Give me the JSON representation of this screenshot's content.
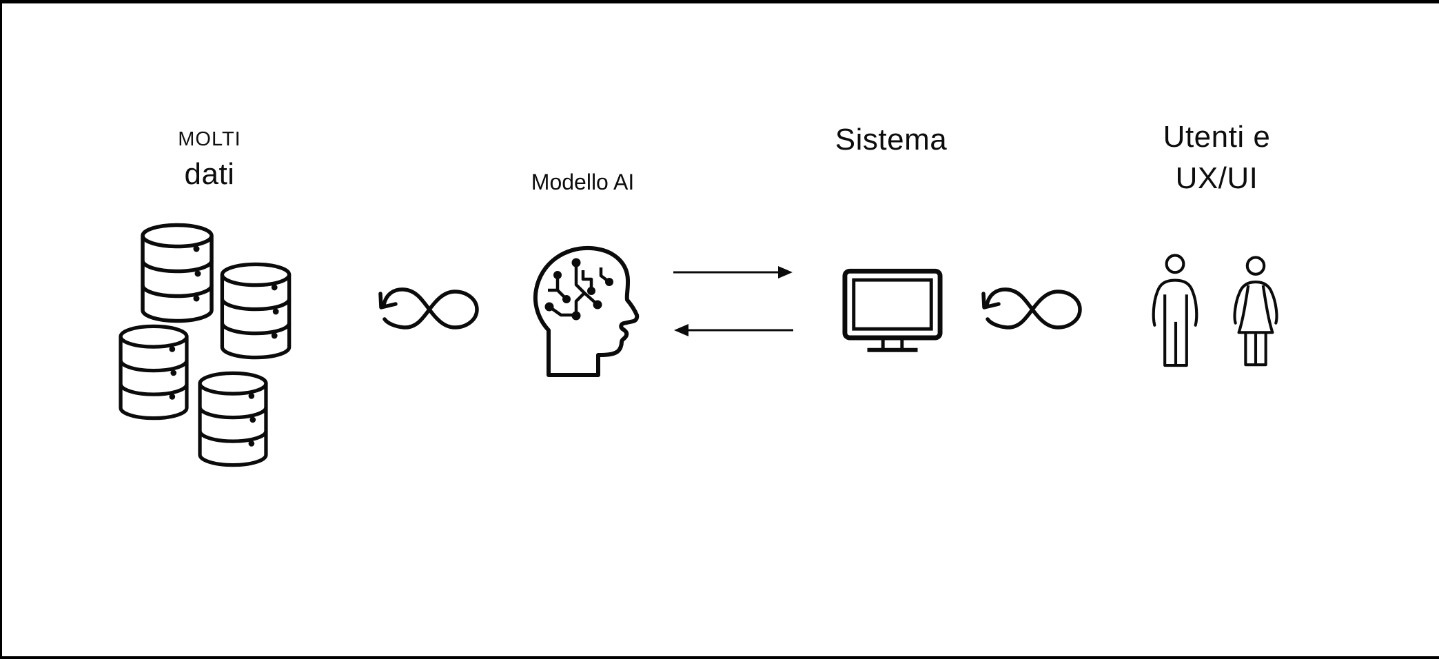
{
  "canvas": {
    "background": "#ffffff",
    "frame_color": "#000000"
  },
  "diagram": {
    "language": "Italian",
    "flow_direction": "left-to-right",
    "nodes": [
      {
        "id": "dati",
        "label_top": "MOLTI",
        "label": "dati",
        "icon": "database-cluster-icon",
        "icon_count": 4
      },
      {
        "id": "modello-ai",
        "label": "Modello AI",
        "icon": "ai-head-circuit-icon"
      },
      {
        "id": "sistema",
        "label": "Sistema",
        "icon": "monitor-icon"
      },
      {
        "id": "utenti",
        "label_line1": "Utenti e",
        "label_line2": "UX/UI",
        "icon": "male-female-users-icon"
      }
    ],
    "connectors": [
      {
        "from": "dati",
        "to": "modello-ai",
        "type": "infinity-loop-arrow"
      },
      {
        "from": "modello-ai",
        "to": "sistema",
        "type": "double-arrow",
        "directions": [
          "right",
          "left"
        ]
      },
      {
        "from": "sistema",
        "to": "utenti",
        "type": "infinity-loop-arrow"
      }
    ],
    "colors": {
      "stroke": "#0b0b0b",
      "text": "#0d0d0d",
      "background": "#ffffff"
    }
  }
}
